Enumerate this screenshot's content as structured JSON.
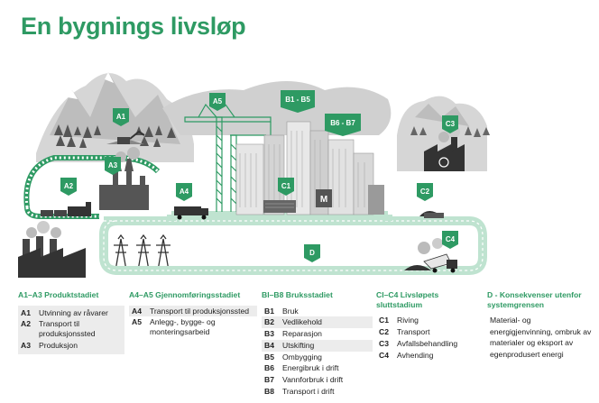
{
  "title": "En bygnings livsløp",
  "markers": {
    "A1": "A1",
    "A2": "A2",
    "A3": "A3",
    "A4": "A4",
    "A5": "A5",
    "B": "B1 - B5",
    "B6": "B6 - B7",
    "C1": "C1",
    "C2": "C2",
    "C3": "C3",
    "C4": "C4",
    "D": "D"
  },
  "metro_sign": "M",
  "colors": {
    "green": "#2e9a63",
    "light_green": "#bfe3d0",
    "gray": "#cccccc",
    "dark": "#333333"
  },
  "legend": {
    "a": {
      "heading": "A1–A3 Produktstadiet",
      "items": [
        {
          "code": "A1",
          "text": "Utvinning av råvarer"
        },
        {
          "code": "A2",
          "text": "Transport til produksjonssted"
        },
        {
          "code": "A3",
          "text": "Produksjon"
        }
      ]
    },
    "b": {
      "heading": "A4–A5 Gjennomføringsstadiet",
      "items": [
        {
          "code": "A4",
          "text": "Transport til produksjonssted"
        },
        {
          "code": "A5",
          "text": "Anlegg-, bygge- og monteringsarbeid"
        }
      ]
    },
    "c": {
      "heading": "BI–B8 Bruksstadiet",
      "items": [
        {
          "code": "B1",
          "text": "Bruk"
        },
        {
          "code": "B2",
          "text": "Vedlikehold"
        },
        {
          "code": "B3",
          "text": "Reparasjon"
        },
        {
          "code": "B4",
          "text": "Utskifting"
        },
        {
          "code": "B5",
          "text": "Ombygging"
        },
        {
          "code": "B6",
          "text": "Energibruk i drift"
        },
        {
          "code": "B7",
          "text": "Vannforbruk i drift"
        },
        {
          "code": "B8",
          "text": "Transport i drift"
        }
      ]
    },
    "d": {
      "heading": "CI–C4 Livsløpets sluttstadium",
      "items": [
        {
          "code": "C1",
          "text": "Riving"
        },
        {
          "code": "C2",
          "text": "Transport"
        },
        {
          "code": "C3",
          "text": "Avfallsbehandling"
        },
        {
          "code": "C4",
          "text": "Avhending"
        }
      ]
    },
    "e": {
      "heading": "D - Konsekvenser utenfor systemgrensen",
      "text": "Material- og energigjenvinning, ombruk av materialer og eksport av egenprodusert energi"
    }
  }
}
